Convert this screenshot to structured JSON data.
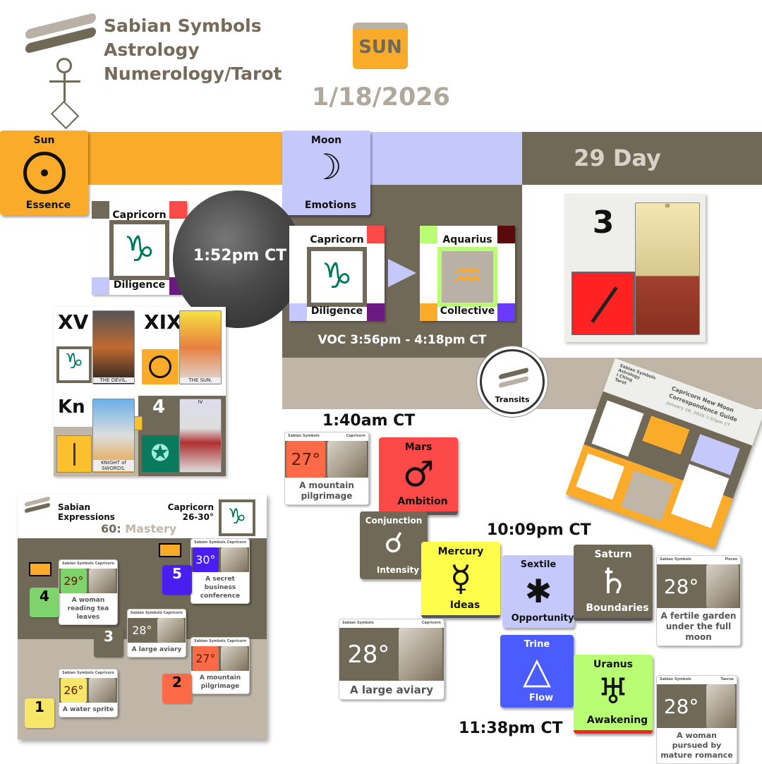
{
  "header": {
    "title_lines": [
      "Sabian Symbols",
      "Astrology",
      "Numerology/Tarot"
    ],
    "weekday": "SUN",
    "date": "1/18/2026",
    "day_count": "29 Day"
  },
  "colors": {
    "orange": "#fbab2a",
    "lavender": "#c5c8fb",
    "taupe": "#716958",
    "light_taupe": "#bfb6a8",
    "mars": "#fd4a48",
    "mercury": "#fdfd4a",
    "trine": "#4a5cfd",
    "uranus": "#b9fd74",
    "capricorn": "#007a5e"
  },
  "sun_card": {
    "title": "Sun",
    "keyword": "Essence",
    "icon": "sun-icon"
  },
  "moon_card": {
    "title": "Moon",
    "keyword": "Emotions",
    "icon": "moon-icon"
  },
  "sun_sign": {
    "sign": "Capricorn",
    "keyword": "Diligence",
    "symbol": "♑"
  },
  "new_moon_time": "1:52pm CT",
  "moon_ingress": {
    "from": {
      "sign": "Capricorn",
      "keyword": "Diligence",
      "symbol": "♑"
    },
    "to": {
      "sign": "Aquarius",
      "keyword": "Collective",
      "symbol": "♒"
    },
    "voc": "VOC 3:56pm - 4:18pm CT"
  },
  "day_tarot": {
    "number": "3",
    "card_numeral": "III"
  },
  "tarot_grid": [
    {
      "numeral": "XV",
      "caption": "THE DEVIL."
    },
    {
      "numeral": "XIX",
      "caption": "THE SUN."
    },
    {
      "numeral": "Kn",
      "caption": "KNIGHT of SWORDS."
    },
    {
      "numeral": "4",
      "card_numeral": "IV"
    }
  ],
  "transits": {
    "label": "Transits"
  },
  "thumbnail": {
    "brand": [
      "Sabian Symbols",
      "Astrology",
      "I Ching",
      "Tarot"
    ],
    "title": "Capricorn New Moon",
    "subtitle": "Correspondence Guide",
    "date": "January 18, 2026 1:52pm CT"
  },
  "aspects": {
    "times": [
      "1:40am CT",
      "10:09pm CT",
      "11:38pm CT"
    ],
    "mars": {
      "title": "Mars",
      "keyword": "Ambition",
      "symbol": "♂"
    },
    "conjunction": {
      "title": "Conjunction",
      "keyword": "Intensity",
      "symbol": "☌"
    },
    "mercury": {
      "title": "Mercury",
      "keyword": "Ideas",
      "symbol": "☿"
    },
    "sextile": {
      "title": "Sextile",
      "keyword": "Opportunity",
      "symbol": "✱"
    },
    "saturn": {
      "title": "Saturn",
      "keyword": "Boundaries",
      "symbol": "♄"
    },
    "trine": {
      "title": "Trine",
      "keyword": "Flow",
      "symbol": "△"
    },
    "uranus": {
      "title": "Uranus",
      "keyword": "Awakening",
      "symbol": "♅"
    }
  },
  "degree_cards": [
    {
      "brand": "Sabian Symbols",
      "sign": "Capricorn",
      "degree": "27°",
      "caption": "A mountain pilgrimage",
      "color": "#fd6a48"
    },
    {
      "brand": "Sabian Symbols",
      "sign": "Capricorn",
      "degree": "28°",
      "caption": "A large aviary",
      "color": "#716958"
    },
    {
      "brand": "Sabian Symbols",
      "sign": "Pisces",
      "degree": "28°",
      "caption": "A fertile garden under the full moon",
      "color": "#716958"
    },
    {
      "brand": "Sabian Symbols",
      "sign": "Taurus",
      "degree": "28°",
      "caption": "A woman pursued by mature romance",
      "color": "#716958"
    }
  ],
  "expressions": {
    "title_lines": [
      "Sabian",
      "Expressions"
    ],
    "sign": "Capricorn",
    "range": "26-30°",
    "theme_number": "60:",
    "theme": "Mastery",
    "items": [
      {
        "n": "1",
        "brand": "Sabian Symbols",
        "sign": "Capricorn",
        "degree": "26°",
        "caption": "A water sprite",
        "color": "#f6e66a"
      },
      {
        "n": "2",
        "brand": "Sabian Symbols",
        "sign": "Capricorn",
        "degree": "27°",
        "caption": "A mountain pilgrimage",
        "color": "#fd6a48"
      },
      {
        "n": "3",
        "brand": "Sabian Symbols",
        "sign": "Capricorn",
        "degree": "28°",
        "caption": "A large aviary",
        "color": "#716958"
      },
      {
        "n": "4",
        "brand": "Sabian Symbols",
        "sign": "Capricorn",
        "degree": "29°",
        "caption": "A woman reading tea leaves",
        "color": "#7fd36c"
      },
      {
        "n": "5",
        "brand": "Sabian Symbols",
        "sign": "Capricorn",
        "degree": "30°",
        "caption": "A secret business conference",
        "color": "#4a1df0"
      }
    ]
  }
}
